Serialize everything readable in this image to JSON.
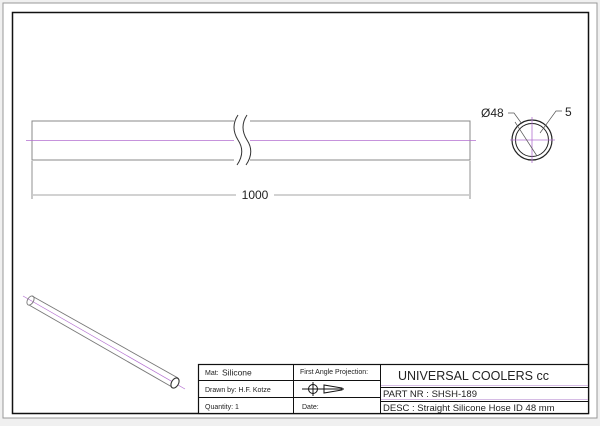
{
  "drawing": {
    "length_dimension": "1000",
    "diameter_dimension": "Ø48",
    "wall_dimension": "5"
  },
  "title_block": {
    "material_label": "Mat:",
    "material_value": "Silicone",
    "drawn_by": "Drawn by: H.F. Kotze",
    "quantity": "Quantity: 1",
    "projection_label": "First Angle Projection:",
    "date_label": "Date:",
    "company": "UNIVERSAL COOLERS cc",
    "part_nr": "PART NR : SHSH-189",
    "description": "DESC : Straight Silicone Hose ID 48 mm"
  },
  "colors": {
    "centerline": "#b36fd0",
    "border": "#111111",
    "line": "#777777"
  }
}
